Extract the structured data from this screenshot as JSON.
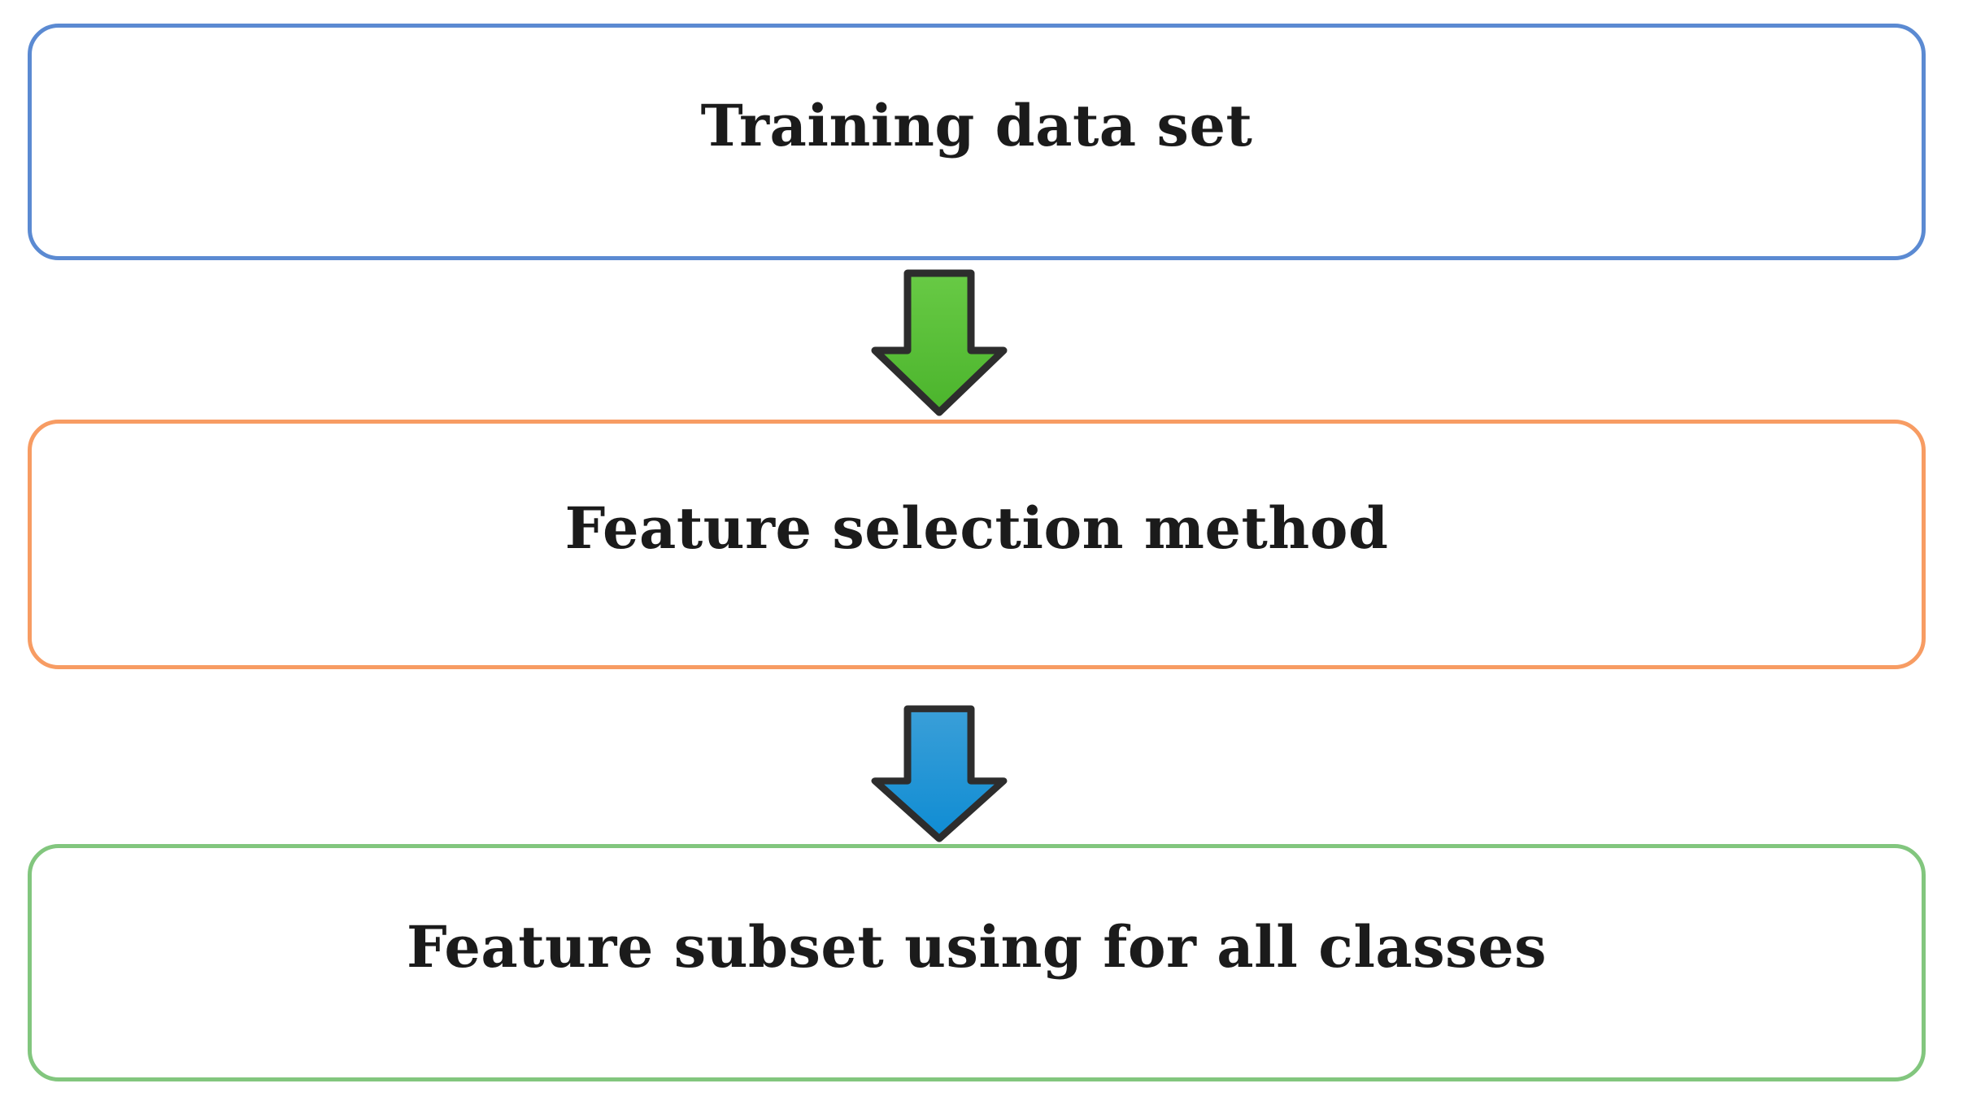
{
  "figure": {
    "type": "flowchart",
    "background_color": "#ffffff",
    "text_color": "#1b1b1b",
    "nodes": [
      {
        "label": "Training data set",
        "border_color": "#5b8ad2"
      },
      {
        "label": "Feature selection method",
        "border_color": "#f79c63"
      },
      {
        "label": "Feature subset using for all classes",
        "border_color": "#82c67e"
      }
    ],
    "arrows": [
      {
        "direction": "down",
        "from": "Training data set",
        "to": "Feature selection method",
        "fill_light": "#68ca45",
        "fill_dark": "#4bb42c",
        "outline_color": "#2d2d2d"
      },
      {
        "direction": "down",
        "from": "Feature selection method",
        "to": "Feature subset using for all classes",
        "fill_light": "#3a9fd8",
        "fill_dark": "#0f8cd3",
        "outline_color": "#2d2d2d"
      }
    ]
  }
}
